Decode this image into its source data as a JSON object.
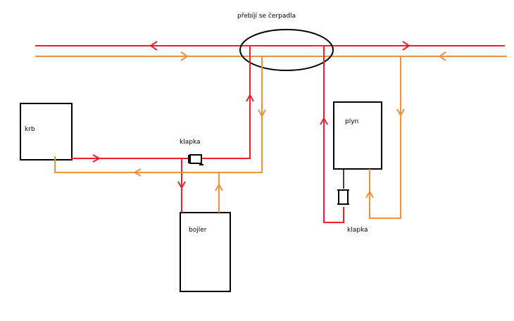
{
  "labels": {
    "pump_note": "přebíjí se čerpadla",
    "krb": "krb",
    "bojler": "bojler",
    "plyn": "plyn",
    "klapka_left": "klapka",
    "klapka_right": "klapka"
  },
  "colors": {
    "hot_line": "#e8232c",
    "return_line": "#f0923c",
    "outline": "#000000",
    "background": "#ffffff"
  }
}
